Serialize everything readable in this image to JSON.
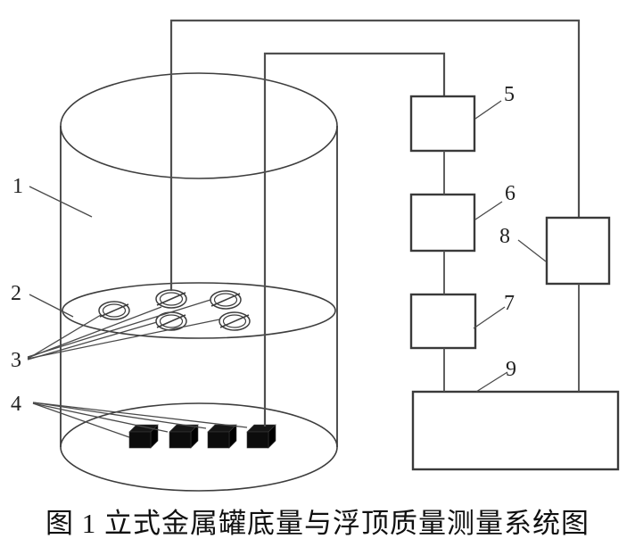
{
  "figure": {
    "caption": "图 1 立式金属罐底量与浮顶质量测量系统图"
  },
  "labels": {
    "tank_shell": "1",
    "floating_roof": "2",
    "roof_openings": "3",
    "bottom_sensors": "4",
    "device_5": "5",
    "device_6": "6",
    "device_7": "7",
    "device_8": "8",
    "device_9": "9"
  },
  "colors": {
    "line": "#3d3d3d",
    "cable": "#4f4f4f",
    "block_fill": "#0c0c0c",
    "background": "#ffffff"
  }
}
